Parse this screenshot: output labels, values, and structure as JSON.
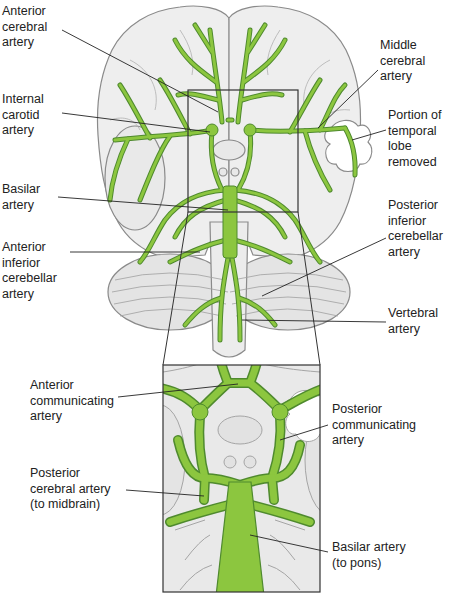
{
  "diagram": {
    "labels": [
      "Anterior cerebral artery",
      "Internal carotid artery",
      "Basilar artery",
      "Anterior inferior cerebellar artery",
      "Middle cerebral artery",
      "Portion of temporal lobe removed",
      "Posterior inferior cerebellar artery",
      "Vertebral artery",
      "Anterior communicating artery",
      "Posterior communicating artery",
      "Posterior cerebral artery (to midbrain)",
      "Basilar artery (to pons)"
    ]
  }
}
